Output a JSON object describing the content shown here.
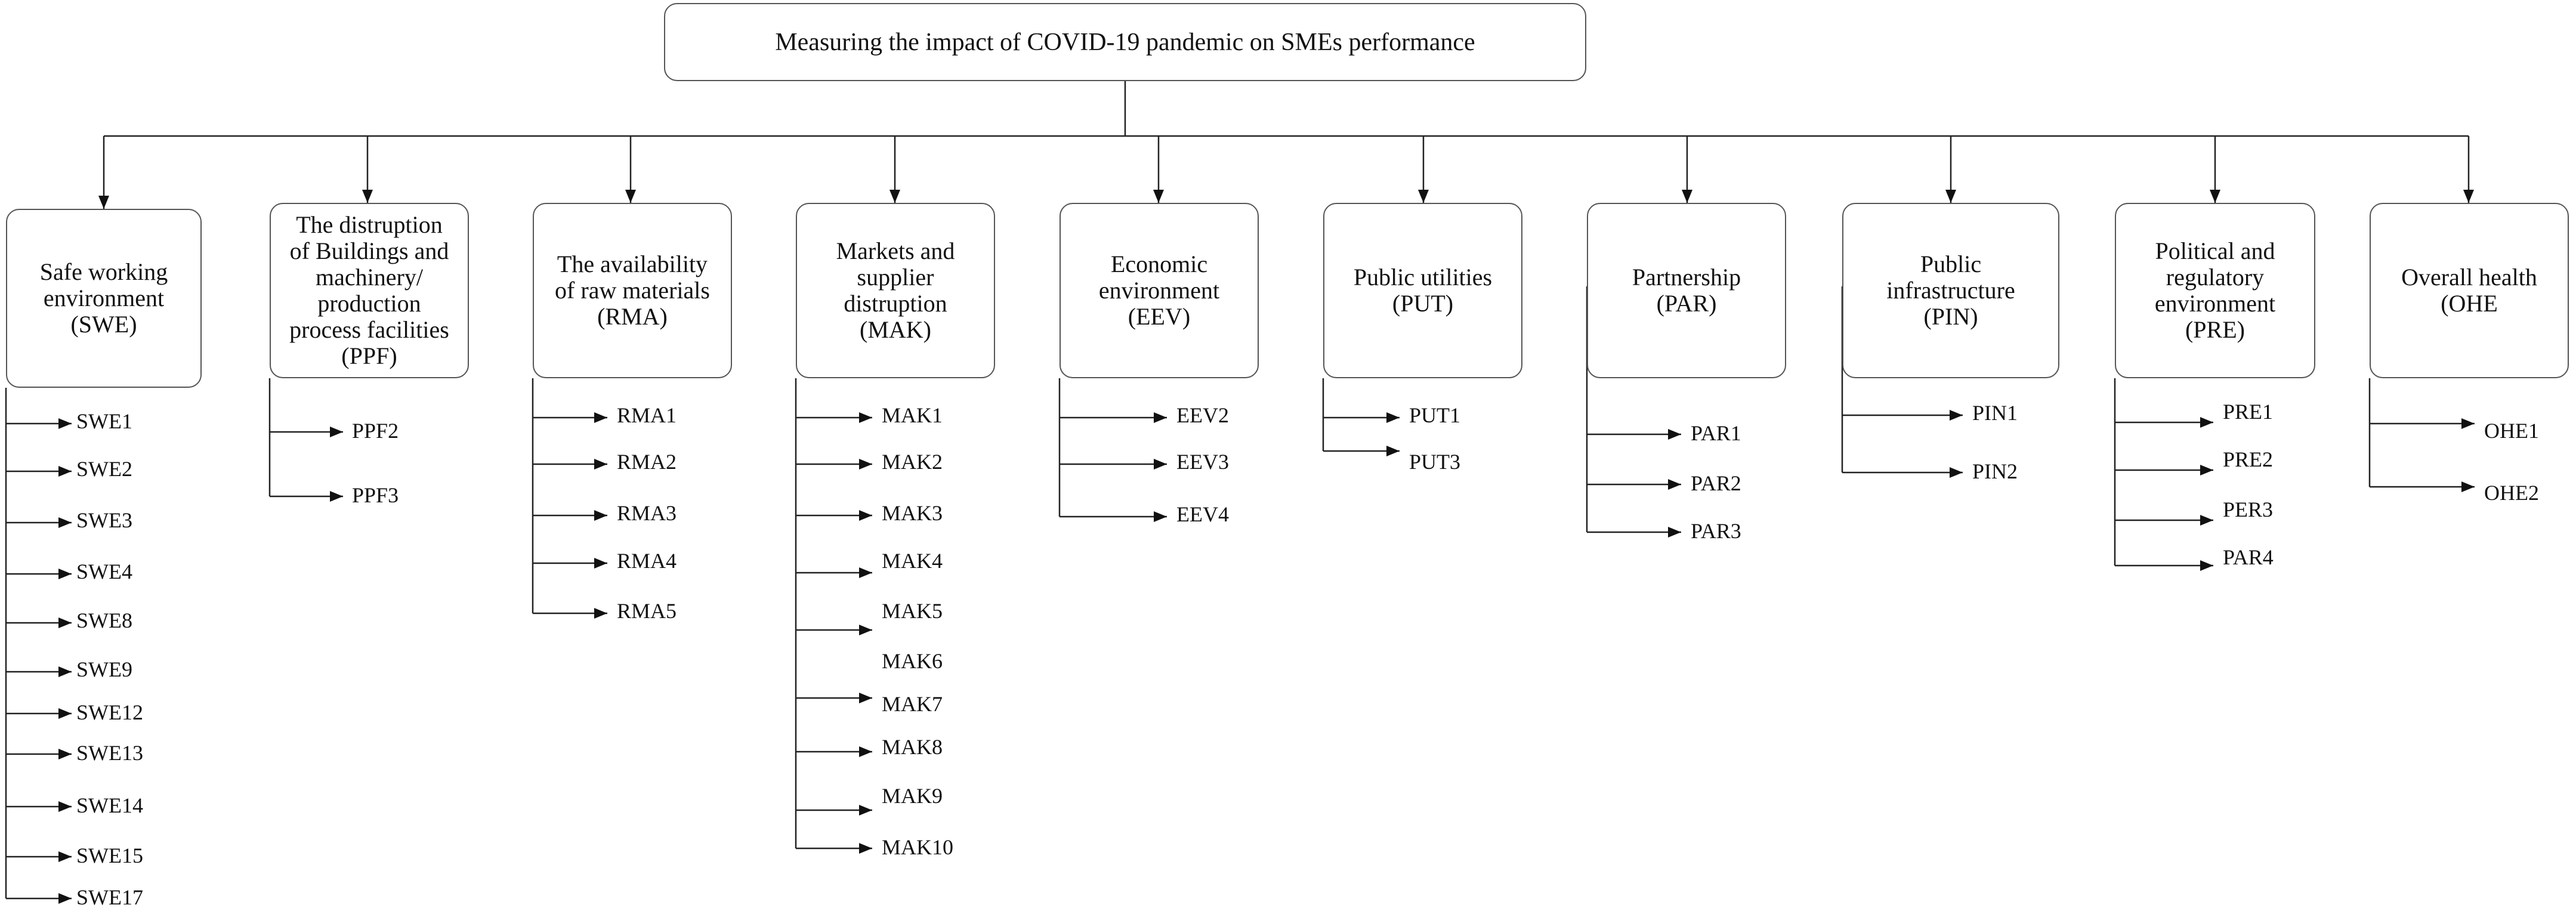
{
  "root": {
    "title": "Measuring the impact of COVID-19 pandemic on  SMEs performance"
  },
  "categories": [
    {
      "title": "Safe working\nenvironment\n(SWE)",
      "items": [
        "SWE1",
        "SWE2",
        "SWE3",
        "SWE4",
        "SWE8",
        "SWE9",
        "SWE12",
        "SWE13",
        "SWE14",
        "SWE15",
        "SWE17"
      ]
    },
    {
      "title": "The distruption\nof Buildings and\nmachinery/\nproduction\nprocess facilities\n(PPF)",
      "items": [
        "PPF2",
        "PPF3"
      ]
    },
    {
      "title": "The availability\nof raw materials\n(RMA)",
      "items": [
        "RMA1",
        "RMA2",
        "RMA3",
        "RMA4",
        "RMA5"
      ]
    },
    {
      "title": "Markets  and\nsupplier\ndistruption\n(MAK)",
      "items": [
        "MAK1",
        "MAK2",
        "MAK3",
        "MAK4",
        "MAK5",
        "MAK6",
        "MAK7",
        "MAK8",
        "MAK9",
        "MAK10"
      ]
    },
    {
      "title": "Economic\nenvironment\n(EEV)",
      "items": [
        "EEV2",
        "EEV3",
        "EEV4"
      ]
    },
    {
      "title": "Public utilities\n(PUT)",
      "items": [
        "PUT1",
        "PUT3"
      ]
    },
    {
      "title": "Partnership\n(PAR)",
      "items": [
        "PAR1",
        "PAR2",
        "PAR3"
      ]
    },
    {
      "title": "Public\ninfrastructure\n(PIN)",
      "items": [
        "PIN1",
        "PIN2"
      ]
    },
    {
      "title": "Political and\nregulatory\nenvironment\n(PRE)",
      "items": [
        "PRE1",
        "PRE2",
        "PER3",
        "PAR4"
      ]
    },
    {
      "title": "Overall health\n(OHE",
      "items": [
        "OHE1",
        "OHE2"
      ]
    }
  ]
}
